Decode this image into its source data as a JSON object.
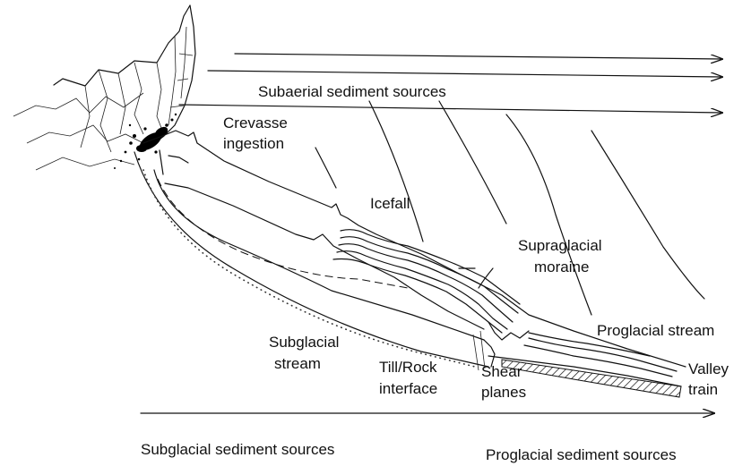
{
  "labels": {
    "subaerial": "Subaerial sediment sources",
    "crevasse_1": "Crevasse",
    "crevasse_2": "ingestion",
    "icefall": "Icefall",
    "supraglacial_1": "Supraglacial",
    "supraglacial_2": "moraine",
    "proglacial_stream": "Proglacial stream",
    "subglacial_stream_1": "Subglacial",
    "subglacial_stream_2": "stream",
    "till_rock_1": "Till/Rock",
    "till_rock_2": "interface",
    "shear_1": "Shear",
    "shear_2": "planes",
    "valley_train_1": "Valley",
    "valley_train_2": "train",
    "subglacial_sources": "Subglacial sediment sources",
    "proglacial_sources": "Proglacial sediment sources"
  }
}
